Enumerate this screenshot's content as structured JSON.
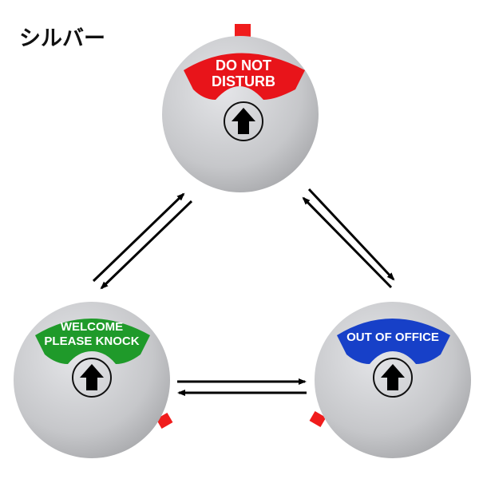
{
  "title": "シルバー",
  "dials": [
    {
      "id": "do-not-disturb",
      "line1": "DO NOT",
      "line2": "DISTURB",
      "color": "#e8141a"
    },
    {
      "id": "welcome",
      "line1": "WELCOME",
      "line2": "PLEASE KNOCK",
      "color": "#1f9a2a"
    },
    {
      "id": "out-of-office",
      "line1": "OUT OF OFFICE",
      "line2": "",
      "color": "#1740c8"
    }
  ],
  "colors": {
    "silver": "#c8c9cc",
    "tab": "#f01c1c"
  }
}
